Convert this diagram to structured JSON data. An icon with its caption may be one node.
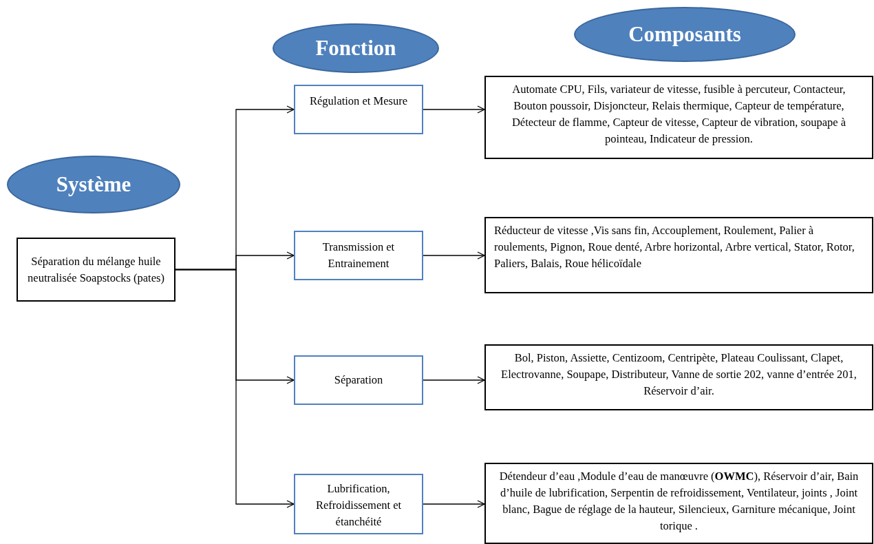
{
  "diagram": {
    "nodes": [
      {
        "text": [
          "Système"
        ]
      },
      {
        "text": [
          "Fonction"
        ]
      },
      {
        "text": [
          "Composants"
        ]
      },
      {
        "text": [
          "Séparation du mélange huile neutralisée Soapstocks (pates)"
        ]
      },
      {
        "text": [
          "Régulation et Mesure"
        ]
      },
      {
        "text": [
          "Transmission et Entrainement"
        ]
      },
      {
        "text": [
          "Séparation"
        ]
      },
      {
        "text": [
          "Lubrification, Refroidissement et étanchéité"
        ]
      },
      {
        "text": [
          "Automate CPU, Fils, variateur de vitesse, fusible à percuteur, Contacteur, Bouton poussoir, Disjoncteur, Relais thermique, Capteur de température, Détecteur de flamme, Capteur de vitesse, Capteur de vibration, soupape à pointeau, Indicateur de pression."
        ]
      },
      {
        "text": [
          "Réducteur de vitesse ,Vis sans fin, Accouplement, Roulement, Palier à roulements, Pignon, Roue denté, Arbre horizontal, Arbre vertical, Stator, Rotor, Paliers, Balais, Roue hélicoïdale"
        ]
      },
      {
        "text": [
          "Bol, Piston, Assiette, Centizoom, Centripète, Plateau Coulissant, Clapet, Electrovanne, Soupape, Distributeur, Vanne de sortie 202, vanne d’entrée 201, Réservoir d’air."
        ]
      },
      {
        "text": [
          "Détendeur d’eau ,Module d’eau de manœuvre (**OWMC**), Réservoir d’air, Bain d’huile de lubrification, Serpentin de refroidissement, Ventilateur, joints , Joint blanc, Bague de réglage de la hauteur, Silencieux, Garniture mécanique, Joint torique ."
        ]
      }
    ],
    "edges": [
      {
        "from": 3,
        "to": 4,
        "arrow": "to"
      },
      {
        "from": 3,
        "to": 5,
        "arrow": "to"
      },
      {
        "from": 3,
        "to": 6,
        "arrow": "to"
      },
      {
        "from": 3,
        "to": 7,
        "arrow": "to"
      },
      {
        "from": 4,
        "to": 8,
        "arrow": "to"
      },
      {
        "from": 5,
        "to": 9,
        "arrow": "to"
      },
      {
        "from": 6,
        "to": 10,
        "arrow": "to"
      },
      {
        "from": 7,
        "to": 11,
        "arrow": "to"
      }
    ]
  }
}
